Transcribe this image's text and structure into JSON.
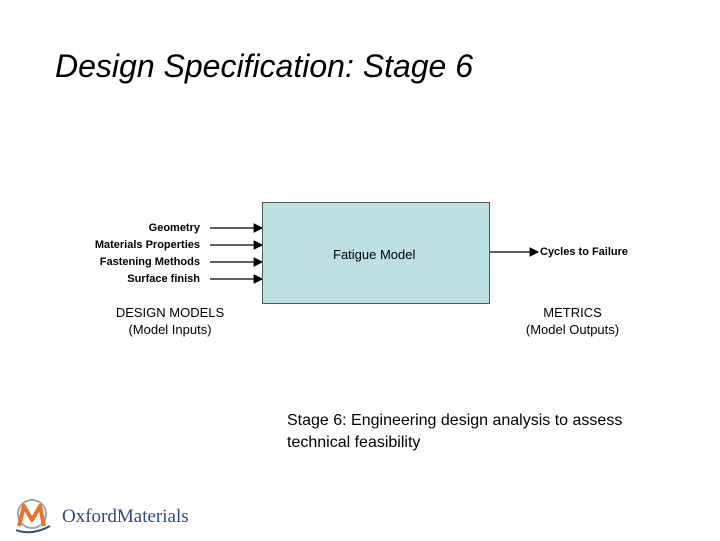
{
  "title": "Design Specification: Stage 6",
  "inputs": [
    "Geometry",
    "Materials Properties",
    "Fastening Methods",
    "Surface finish"
  ],
  "model": {
    "label": "Fatigue Model",
    "fill": "#bde0e2"
  },
  "output": "Cycles to Failure",
  "left_caption": {
    "line1": "DESIGN MODELS",
    "line2": "(Model Inputs)"
  },
  "right_caption": {
    "line1": "METRICS",
    "line2": "(Model Outputs)"
  },
  "stage_description": "Stage 6: Engineering design analysis to assess technical feasibility",
  "logo": {
    "text": "OxfordMaterials",
    "icon": "oxford-materials-logo-icon",
    "color": "#2c4a7a"
  }
}
